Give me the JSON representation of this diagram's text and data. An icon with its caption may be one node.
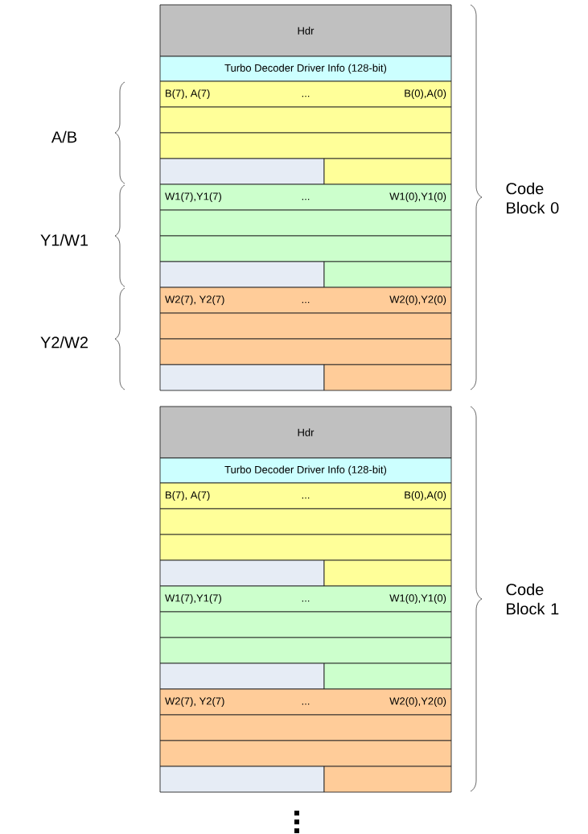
{
  "diagram": {
    "nodes": [
      {
        "text": [
          "Hdr"
        ]
      },
      {
        "text": [
          "Turbo Decoder Driver Info (128-bit)"
        ]
      },
      {
        "text": [
          "B(7), A(7)",
          "...",
          "B(0),A(0)"
        ]
      },
      {
        "text": [],
        "shape": "box"
      },
      {
        "text": [],
        "shape": "box"
      },
      {
        "text": [],
        "shape": "box"
      },
      {
        "text": [],
        "shape": "box"
      },
      {
        "text": [
          "W1(7),Y1(7)",
          "...",
          "W1(0),Y1(0)"
        ]
      },
      {
        "text": [],
        "shape": "box"
      },
      {
        "text": [],
        "shape": "box"
      },
      {
        "text": [],
        "shape": "box"
      },
      {
        "text": [],
        "shape": "box"
      },
      {
        "text": [
          "W2(7), Y2(7)",
          "...",
          "W2(0),Y2(0)"
        ]
      },
      {
        "text": [],
        "shape": "box"
      },
      {
        "text": [],
        "shape": "box"
      },
      {
        "text": [],
        "shape": "box"
      },
      {
        "text": [],
        "shape": "box"
      },
      {
        "text": [
          "Hdr"
        ]
      },
      {
        "text": [
          "Turbo Decoder Driver Info (128-bit)"
        ]
      },
      {
        "text": [
          "B(7), A(7)",
          "...",
          "B(0),A(0)"
        ]
      },
      {
        "text": [],
        "shape": "box"
      },
      {
        "text": [],
        "shape": "box"
      },
      {
        "text": [],
        "shape": "box"
      },
      {
        "text": [],
        "shape": "box"
      },
      {
        "text": [
          "W1(7),Y1(7)",
          "...",
          "W1(0),Y1(0)"
        ]
      },
      {
        "text": [],
        "shape": "box"
      },
      {
        "text": [],
        "shape": "box"
      },
      {
        "text": [],
        "shape": "box"
      },
      {
        "text": [],
        "shape": "box"
      },
      {
        "text": [
          "W2(7), Y2(7)",
          "...",
          "W2(0),Y2(0)"
        ]
      },
      {
        "text": [],
        "shape": "box"
      },
      {
        "text": [],
        "shape": "box"
      },
      {
        "text": [],
        "shape": "box"
      },
      {
        "text": [],
        "shape": "box"
      }
    ],
    "labels": [
      "A/B",
      "Code Block 0",
      "Y1/W1",
      "Y2/W2",
      "Code Block 1"
    ]
  }
}
